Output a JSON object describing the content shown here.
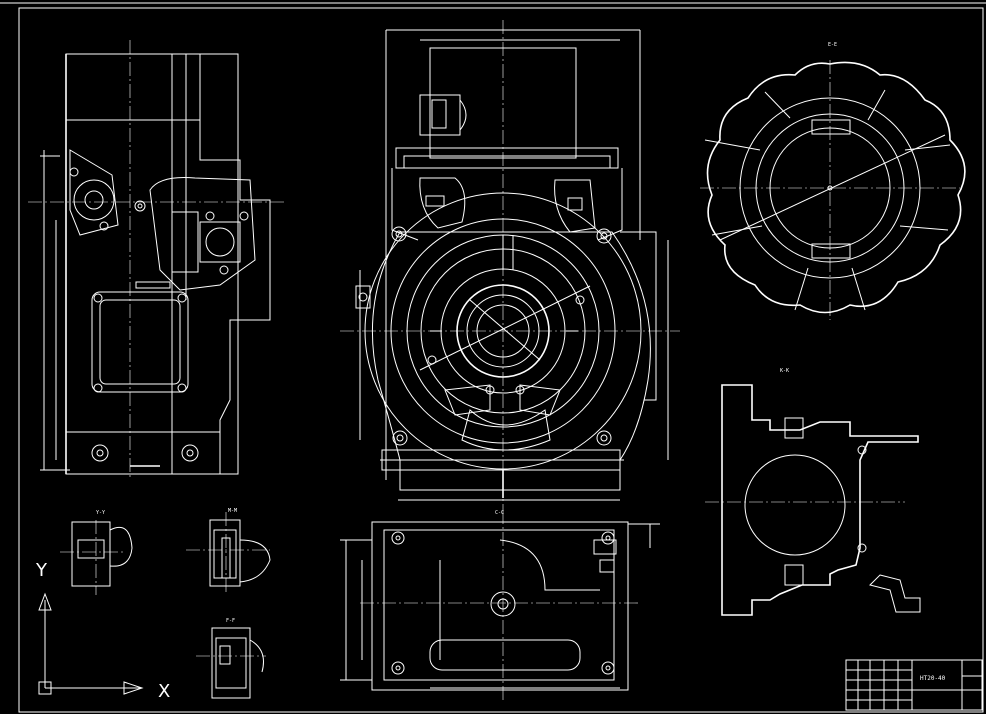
{
  "drawing": {
    "part_number": "HT20-40",
    "views": {
      "section_y": "Y-Y",
      "section_m": "M-M",
      "section_f": "F-F",
      "section_e": "E-E",
      "section_k": "K-K",
      "section_c": "C-C"
    },
    "ucs": {
      "x_label": "X",
      "y_label": "Y"
    },
    "background_color": "#000000",
    "line_color": "#ffffff"
  }
}
